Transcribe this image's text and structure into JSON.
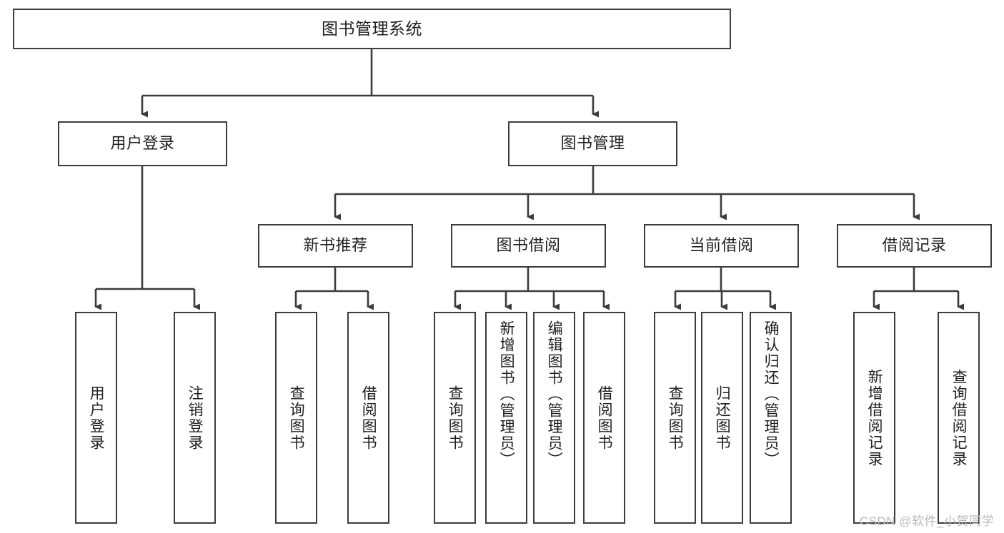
{
  "diagram": {
    "title": "图书管理系统",
    "type": "功能结构图",
    "watermark": "CSDN @软件_小贺同学",
    "colors": {
      "box_border": "#3c3c3c",
      "box_fill": "#ffffff",
      "connector": "#3c3c3c",
      "text": "#1f1f1f",
      "watermark": "#b9b9b9",
      "background": "#ffffff"
    },
    "root": {
      "label": "图书管理系统"
    },
    "level2": [
      {
        "label": "用户登录"
      },
      {
        "label": "图书管理"
      }
    ],
    "level3": [
      {
        "label": "新书推荐"
      },
      {
        "label": "图书借阅"
      },
      {
        "label": "当前借阅"
      },
      {
        "label": "借阅记录"
      }
    ],
    "leaves": {
      "user_login": [
        {
          "label": "用户登录"
        },
        {
          "label": "注销登录"
        }
      ],
      "new_book_recommend": [
        {
          "label": "查询图书"
        },
        {
          "label": "借阅图书"
        }
      ],
      "book_borrow": [
        {
          "label": "查询图书"
        },
        {
          "label": "新增图书（管理员）"
        },
        {
          "label": "编辑图书（管理员）"
        },
        {
          "label": "借阅图书"
        }
      ],
      "current_borrow": [
        {
          "label": "查询图书"
        },
        {
          "label": "归还图书"
        },
        {
          "label": "确认归还（管理员）"
        }
      ],
      "borrow_record": [
        {
          "label": "新增借阅记录"
        },
        {
          "label": "查询借阅记录"
        }
      ]
    }
  }
}
